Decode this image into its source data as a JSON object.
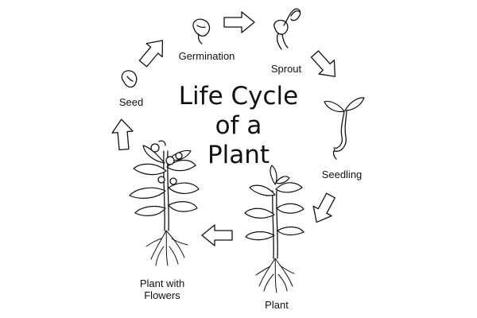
{
  "title": {
    "line1": "Life Cycle",
    "line2": "of a",
    "line3": "Plant"
  },
  "stages": {
    "seed": "Seed",
    "germination": "Germination",
    "sprout": "Sprout",
    "seedling": "Seedling",
    "plant": "Plant",
    "flowering_line1": "Plant with",
    "flowering_line2": "Flowers"
  },
  "colors": {
    "ink": "#111111",
    "background": "#ffffff"
  },
  "icons": [
    "seed-icon",
    "germinating-seed-icon",
    "sprout-icon",
    "seedling-icon",
    "mature-plant-icon",
    "flowering-plant-icon",
    "cycle-arrow-icon"
  ]
}
